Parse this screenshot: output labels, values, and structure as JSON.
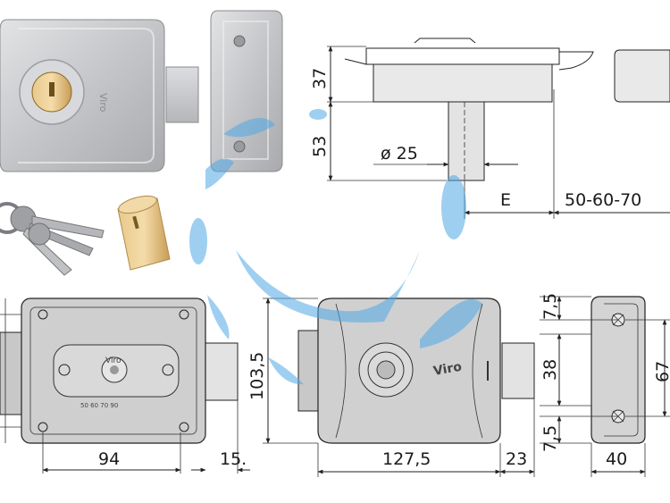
{
  "dimensions": {
    "top_height_1": "37",
    "top_height_2": "53",
    "cylinder_diameter": "ø 25",
    "offset": "E",
    "backset": "50-60-70",
    "front_height": "103,5",
    "front_width_left": "94",
    "bolt_throw_left": "15.",
    "body_width": "127,5",
    "bolt_throw_right": "23",
    "side_top_gap": "7,5",
    "side_center": "38",
    "side_bottom_gap": "7,5",
    "side_width": "40",
    "side_height": "67"
  },
  "brand_label": "Viro",
  "backset_marks": "50 60 70 90",
  "colors": {
    "lock_silver": "#c9cacc",
    "brass": "#c9a54a",
    "watermark": "#4fa8e6"
  }
}
